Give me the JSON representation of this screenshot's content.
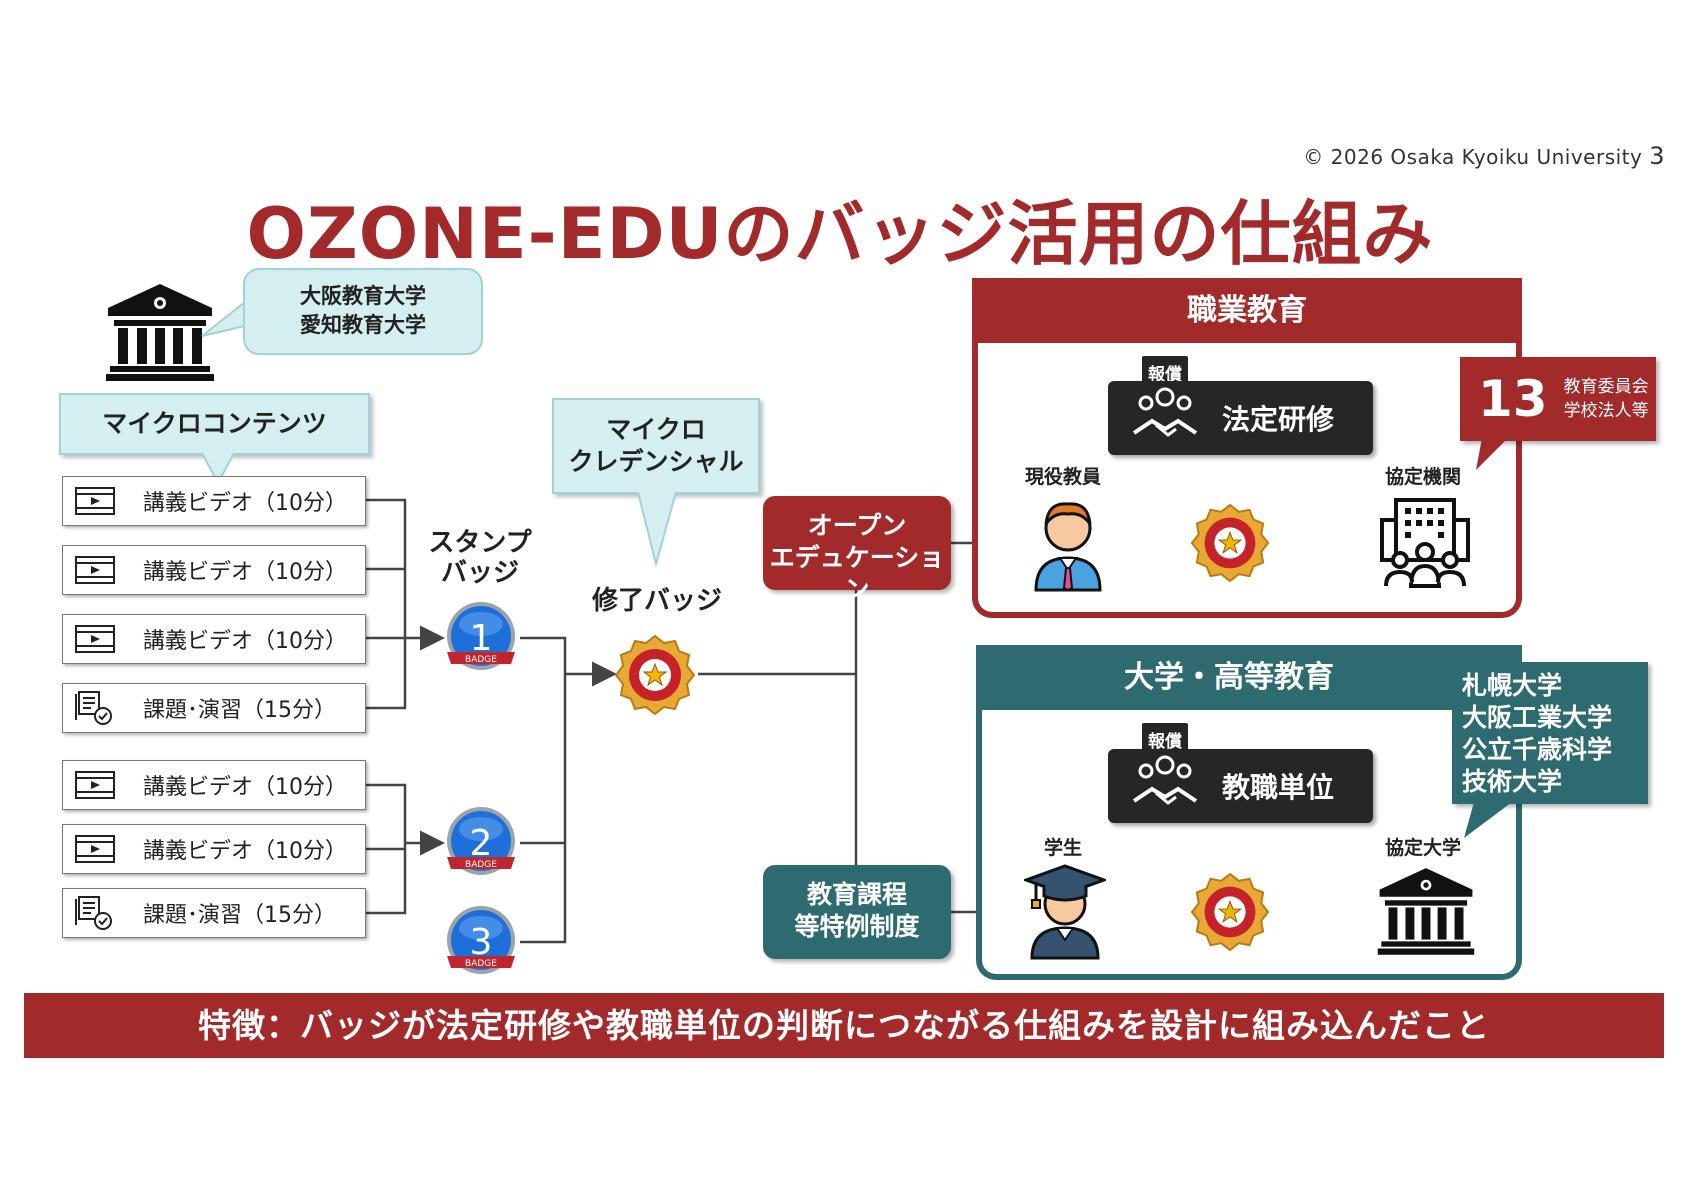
{
  "copyright": "© 2026 Osaka Kyoiku University",
  "page_number": "3",
  "title": "OZONE-EDUのバッジ活用の仕組み",
  "universities": {
    "line1": "大阪教育大学",
    "line2": "愛知教育大学"
  },
  "micro_contents_label": "マイクロコンテンツ",
  "micro_credential_label": {
    "line1": "マイクロ",
    "line2": "クレデンシャル"
  },
  "stamp_badge_label": {
    "line1": "スタンプ",
    "line2": "バッジ"
  },
  "completion_badge_label": "修了バッジ",
  "contents": [
    {
      "icon": "video-icon",
      "label": "講義ビデオ（10分）"
    },
    {
      "icon": "video-icon",
      "label": "講義ビデオ（10分）"
    },
    {
      "icon": "video-icon",
      "label": "講義ビデオ（10分）"
    },
    {
      "icon": "assignment-icon",
      "label": "課題･演習（15分）"
    },
    {
      "icon": "video-icon",
      "label": "講義ビデオ（10分）"
    },
    {
      "icon": "video-icon",
      "label": "講義ビデオ（10分）"
    },
    {
      "icon": "assignment-icon",
      "label": "課題･演習（15分）"
    }
  ],
  "stamp_badges": [
    {
      "number": "1",
      "caption": "BADGE"
    },
    {
      "number": "2",
      "caption": "BADGE"
    },
    {
      "number": "3",
      "caption": "BADGE"
    }
  ],
  "open_education": {
    "line1": "オープン",
    "line2": "エデュケーション"
  },
  "curriculum_special": {
    "line1": "教育課程",
    "line2": "等特例制度"
  },
  "vocational": {
    "header": "職業教育",
    "reward_tag": "報償",
    "center_label": "法定研修",
    "left_role": "現役教員",
    "right_role": "協定機関"
  },
  "vocational_callout": {
    "number": "13",
    "line1": "教育委員会",
    "line2": "学校法人等"
  },
  "higher_ed": {
    "header": "大学・高等教育",
    "reward_tag": "報償",
    "center_label": "教職単位",
    "left_role": "学生",
    "right_role": "協定大学"
  },
  "higher_ed_callout": {
    "line1": "札幌大学",
    "line2": "大阪工業大学",
    "line3": "公立千歳科学",
    "line4": "技術大学"
  },
  "feature_text": "特徴：バッジが法定研修や教職単位の判断につながる仕組みを設計に組み込んだこと",
  "colors": {
    "red": "#A32A2A",
    "teal": "#2E6B70",
    "light_teal": "#D5EEF0",
    "dark": "#262626",
    "blue_badge": "#1E6FD9"
  }
}
